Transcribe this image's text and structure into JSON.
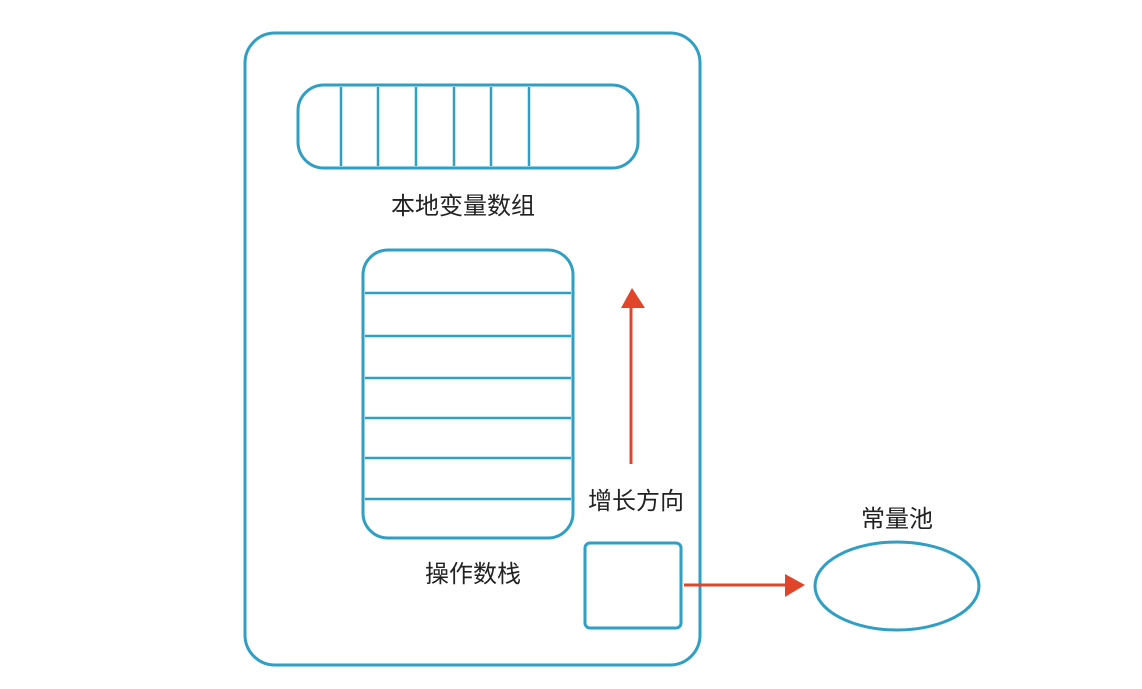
{
  "labels": {
    "local_vars": "本地变量数组",
    "operand_stack": "操作数栈",
    "growth_direction": "增长方向",
    "constant_pool": "常量池"
  },
  "colors": {
    "stroke": "#2f9fc4",
    "arrow": "#e0452b"
  }
}
